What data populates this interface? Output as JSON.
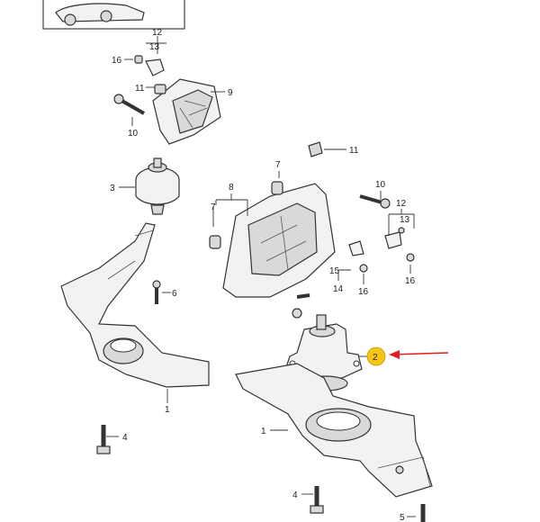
{
  "diagram": {
    "labels": {
      "l1a": "1",
      "l1b": "1",
      "l2": "2",
      "l3": "3",
      "l4a": "4",
      "l4b": "4",
      "l5": "5",
      "l6": "6",
      "l7a": "7",
      "l7b": "7",
      "l8": "8",
      "l9": "9",
      "l10a": "10",
      "l10b": "10",
      "l11a": "11",
      "l11b": "11",
      "l12a": "12",
      "l12b": "12",
      "l13a": "13",
      "l13b": "13",
      "l14": "14",
      "l15": "15",
      "l16a": "16",
      "l16b": "16",
      "l16c": "16"
    },
    "highlight": {
      "color": "#f5c518",
      "arrow_color": "#e02020"
    }
  }
}
